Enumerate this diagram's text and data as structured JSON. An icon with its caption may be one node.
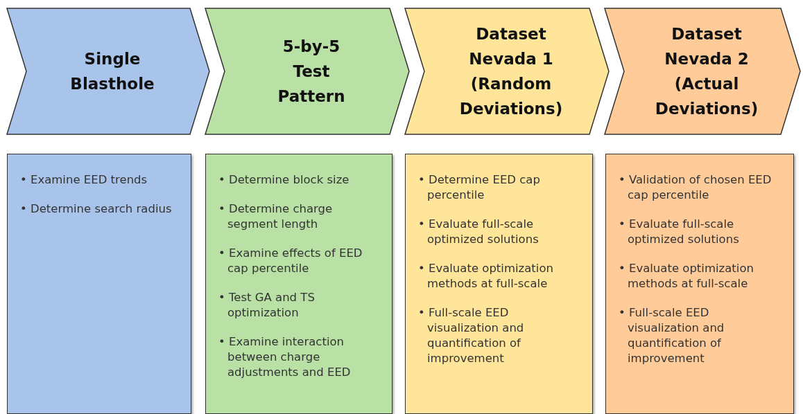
{
  "diagram": {
    "nodes": [
      {
        "text": [
          "Single Blasthole"
        ]
      },
      {
        "text": [
          "5-by-5 Test Pattern"
        ]
      },
      {
        "text": [
          "Dataset Nevada 1 (Random Deviations)"
        ]
      },
      {
        "text": [
          "Dataset Nevada 2 (Actual Deviations)"
        ]
      },
      {
        "text": [
          "• Examine EED trends",
          "• Determine search radius"
        ]
      },
      {
        "text": [
          "• Determine block size",
          "• Determine charge segment length",
          "• Examine effects of EED cap percentile",
          "• Test GA and TS optimization",
          "• Examine interaction between charge adjustments and EED"
        ]
      },
      {
        "text": [
          "• Determine EED cap percentile",
          "• Evaluate full-scale optimized solutions",
          "• Evaluate optimization methods at full-scale",
          "• Full-scale EED visualization and quantification of improvement"
        ]
      },
      {
        "text": [
          "• Validation of chosen EED cap percentile",
          "• Evaluate full-scale optimized solutions",
          "• Evaluate optimization methods at full-scale",
          "• Full-scale EED visualization and quantification of improvement"
        ]
      }
    ]
  }
}
